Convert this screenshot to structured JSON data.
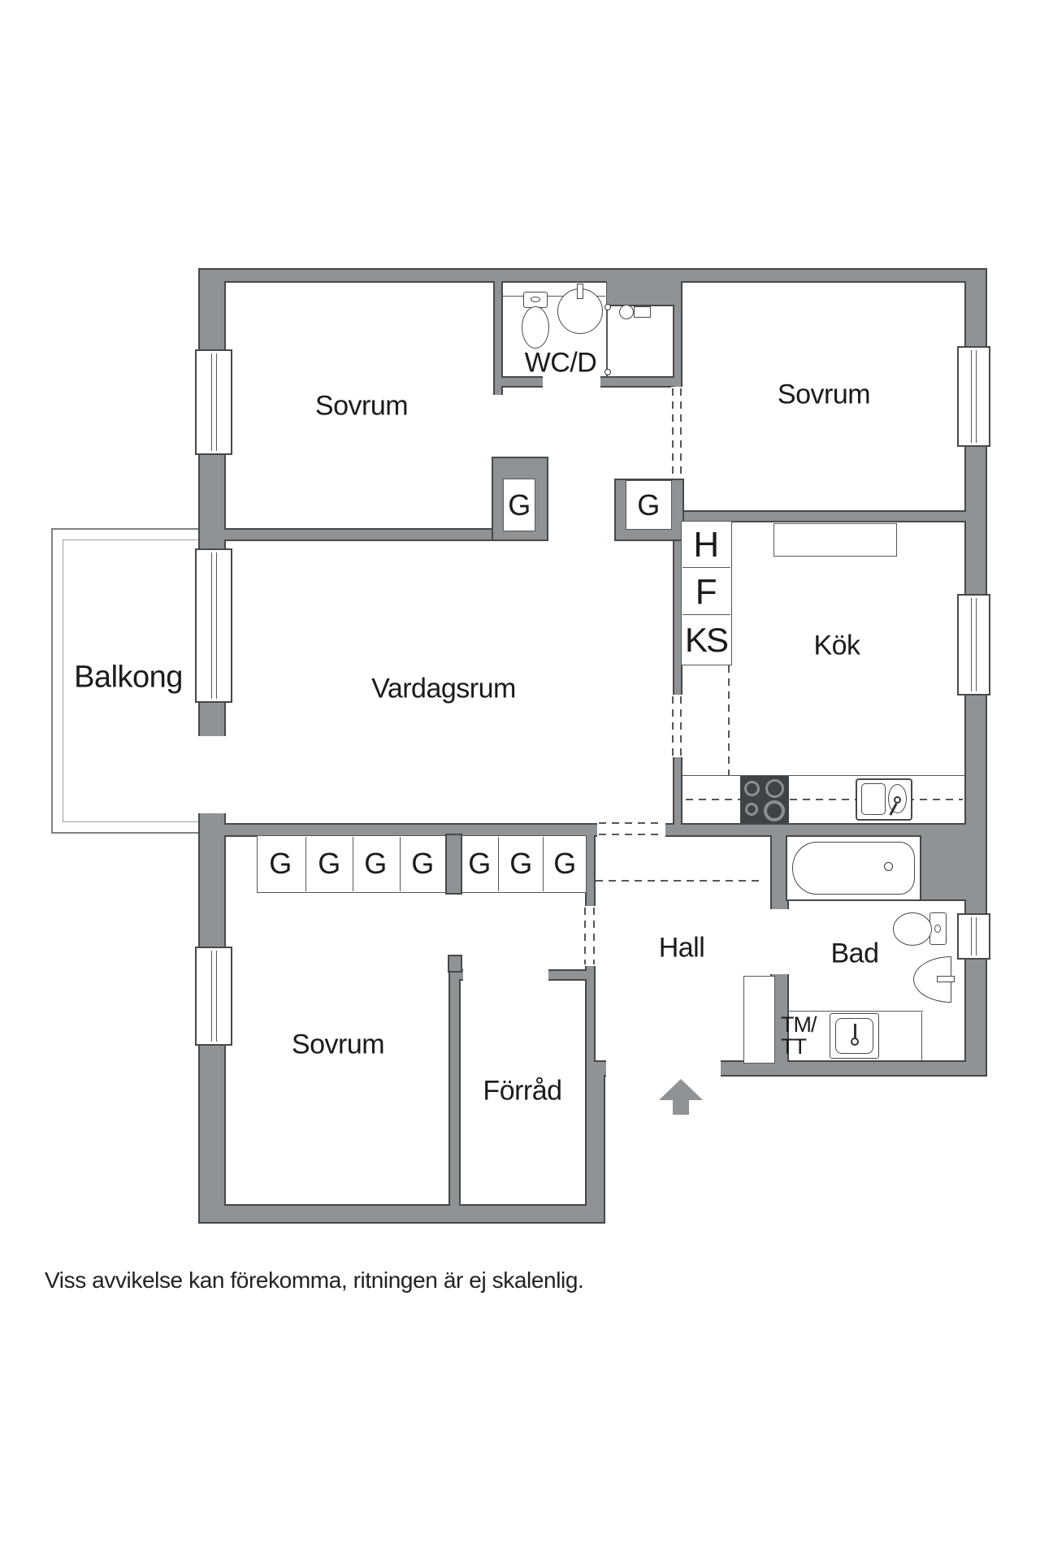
{
  "plan": {
    "rooms": {
      "bedroom_top_left": "Sovrum",
      "bedroom_top_right": "Sovrum",
      "bedroom_bottom": "Sovrum",
      "living_room": "Vardagsrum",
      "kitchen": "Kök",
      "hall": "Hall",
      "bathroom": "Bad",
      "wc_shower": "WC/D",
      "storage": "Förråd",
      "balcony": "Balkong"
    },
    "closets": {
      "upper": [
        "G",
        "G"
      ],
      "row": [
        "G",
        "G",
        "G",
        "G",
        "G",
        "G",
        "G"
      ]
    },
    "units": {
      "h": "H",
      "f": "F",
      "ks": "KS",
      "tm": "TM/",
      "tt": "TT"
    }
  },
  "footer": {
    "disclaimer": "Viss avvikelse kan förekomma, ritningen är ej skalenlig."
  },
  "colors": {
    "wall": "#8f9396",
    "outline": "#46494a",
    "text": "#1b1b1b"
  }
}
